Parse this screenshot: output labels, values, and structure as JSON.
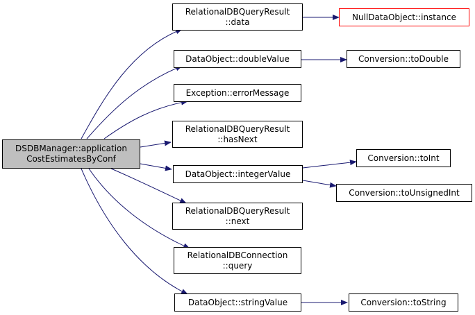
{
  "colors": {
    "edge": "#191970",
    "node_border": "#000000",
    "root_fill": "#bfbfbf",
    "incomplete_border": "#ff0000"
  },
  "nodes": {
    "root": {
      "line1": "DSDBManager::application",
      "line2": "CostEstimatesByConf"
    },
    "rdbqr_data": {
      "line1": "RelationalDBQueryResult",
      "line2": "::data"
    },
    "null_instance": {
      "line1": "NullDataObject::instance"
    },
    "do_double": {
      "line1": "DataObject::doubleValue"
    },
    "conv_double": {
      "line1": "Conversion::toDouble"
    },
    "exc_msg": {
      "line1": "Exception::errorMessage"
    },
    "rdbqr_hasnext": {
      "line1": "RelationalDBQueryResult",
      "line2": "::hasNext"
    },
    "do_int": {
      "line1": "DataObject::integerValue"
    },
    "conv_int": {
      "line1": "Conversion::toInt"
    },
    "conv_uint": {
      "line1": "Conversion::toUnsignedInt"
    },
    "rdbqr_next": {
      "line1": "RelationalDBQueryResult",
      "line2": "::next"
    },
    "rdbconn_query": {
      "line1": "RelationalDBConnection",
      "line2": "::query"
    },
    "do_string": {
      "line1": "DataObject::stringValue"
    },
    "conv_string": {
      "line1": "Conversion::toString"
    }
  }
}
